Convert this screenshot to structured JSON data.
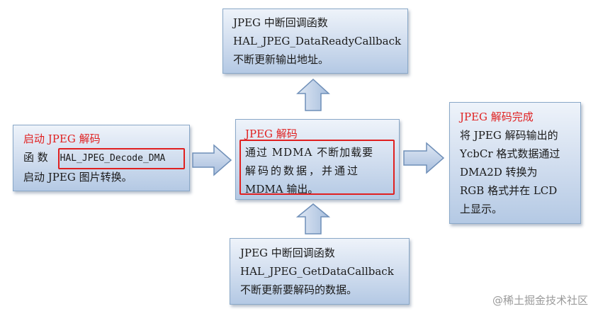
{
  "top_box": {
    "line1": "JPEG 中断回调函数",
    "line2": "HAL_JPEG_DataReadyCallback",
    "line3": "不断更新输出地址。"
  },
  "left_box": {
    "title": "启动 JPEG 解码",
    "func_prefix": "函 数",
    "func_name": "HAL_JPEG_Decode_DMA",
    "line3": "启动 JPEG 图片转换。"
  },
  "center_box": {
    "title": "JPEG 解码",
    "line1": "通过 MDMA 不断加载要",
    "line2": "解码的数据，并通过",
    "line3": "MDMA 输出。"
  },
  "right_box": {
    "title": "JPEG 解码完成",
    "line1": "将 JPEG 解码输出的",
    "line2": "YcbCr 格式数据通过",
    "line3": "DMA2D 转换为",
    "line4": "RGB 格式并在 LCD",
    "line5": "上显示。"
  },
  "bottom_box": {
    "line1": "JPEG 中断回调函数",
    "line2": "HAL_JPEG_GetDataCallback",
    "line3": "不断更新要解码的数据。"
  },
  "watermark": "@稀土掘金技术社区",
  "colors": {
    "highlight_red": "#e02020",
    "box_border": "#8aa8c8",
    "arrow_fill": "#b7cbe5",
    "arrow_stroke": "#6f8fb8"
  }
}
